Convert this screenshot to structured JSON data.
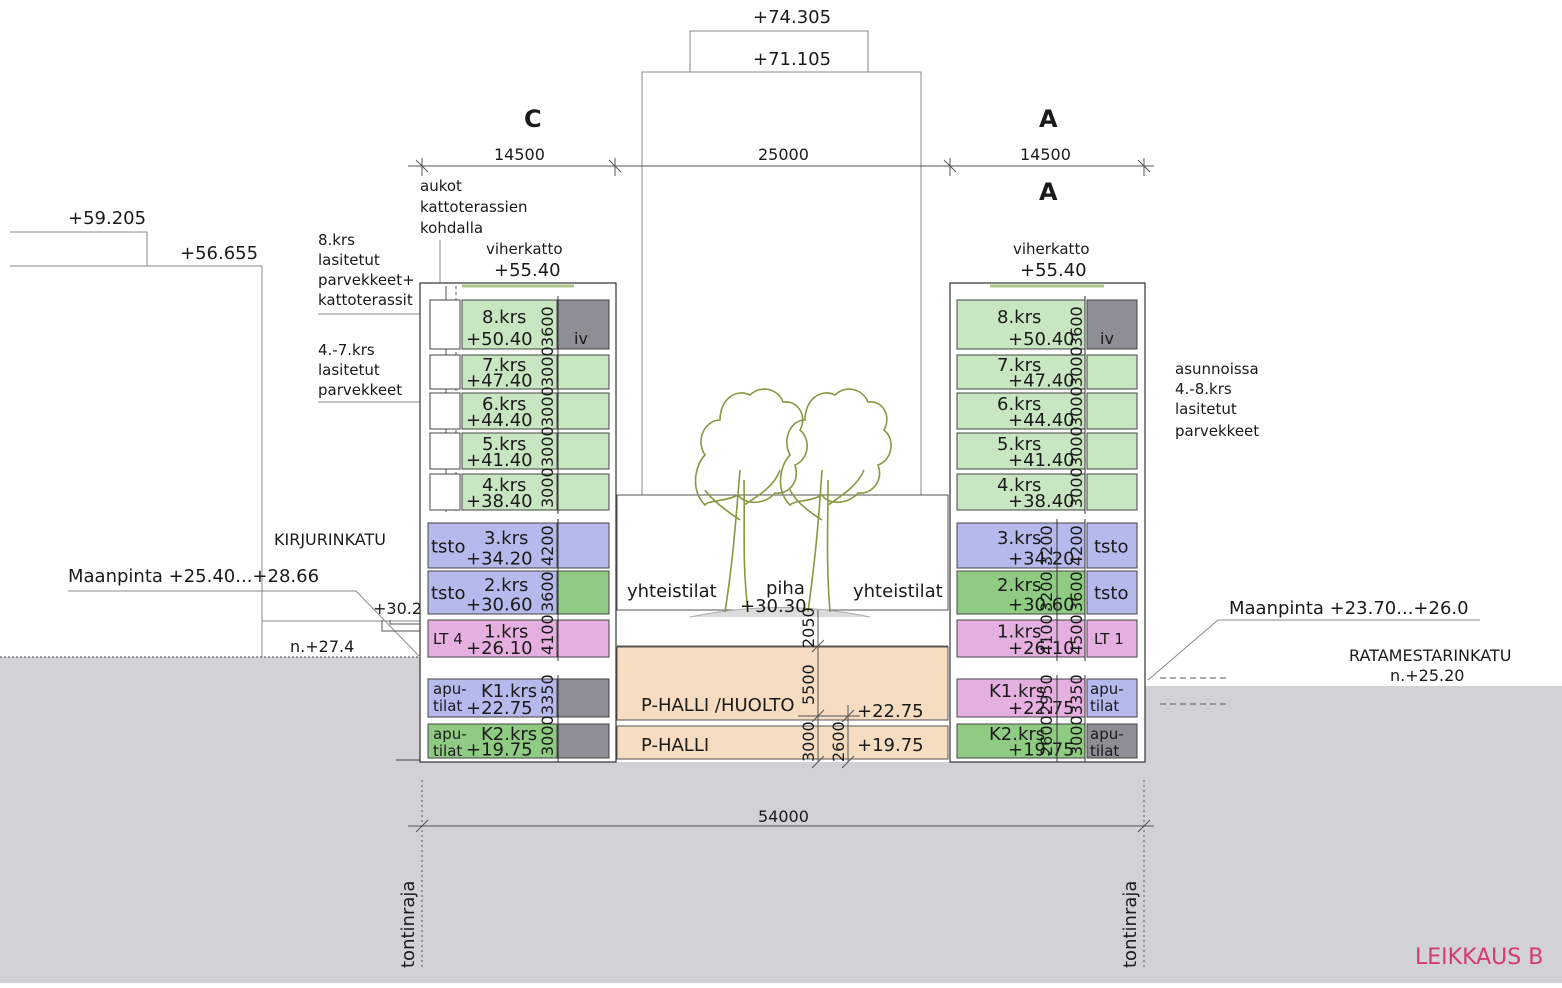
{
  "title": "LEIKKAUS B",
  "colors": {
    "ground": "#d2d2d6",
    "residential": "#c9e6c2",
    "office": "#b6b9ec",
    "commercial": "#e5b0df",
    "technical": "#8e8e96",
    "parking": "#f6ddc2",
    "green_room": "#8fcb82",
    "tree": "#8a9640",
    "title": "#d63a6e"
  },
  "elevations": {
    "tower_top": "+74.305",
    "tower_roof": "+71.105",
    "left_neighbour_1": "+59.205",
    "left_neighbour_2": "+56.655"
  },
  "section_labels": {
    "left": "C",
    "right": "A",
    "right_lower": "A"
  },
  "dims": {
    "left_width": "14500",
    "middle_width": "25000",
    "right_width": "14500",
    "total_width": "54000"
  },
  "notes": {
    "aukot": [
      "aukot",
      "kattoterassien",
      "kohdalla"
    ],
    "krs8": [
      "8.krs",
      "lasitetut",
      "parvekkeet+",
      "kattoterassit"
    ],
    "krs47": [
      "4.-7.krs",
      "lasitetut",
      "parvekkeet"
    ],
    "asunnoissa": [
      "asunnoissa",
      "4.-8.krs",
      "lasitetut",
      "parvekkeet"
    ]
  },
  "roof": {
    "left_label": "viherkatto",
    "left_level": "+55.40",
    "right_label": "viherkatto",
    "right_level": "+55.40"
  },
  "streets": {
    "left": "KIRJURINKATU",
    "right": "RATAMESTARINKATU",
    "right_level": "n.+25.20",
    "left_street_level": "n.+27.4",
    "left_ground": "Maanpinta +25.40...+28.66",
    "right_ground": "Maanpinta +23.70...+26.0",
    "left_entry_level": "+30.2"
  },
  "courtyard": {
    "yhteistilat_left": "yhteistilat",
    "yhteistilat_right": "yhteistilat",
    "piha": "piha",
    "piha_level": "+30.30",
    "phalli_huolto": "P-HALLI /HUOLTO",
    "phalli": "P-HALLI",
    "phalli_upper_level": "+22.75",
    "phalli_lower_level": "+19.75",
    "dim_2050": "2050",
    "dim_5500": "5500",
    "dim_3000": "3000",
    "dim_2600": "2600"
  },
  "left_floors": [
    {
      "name": "8.krs",
      "level": "+50.40",
      "dim": "3600",
      "side": "iv"
    },
    {
      "name": "7.krs",
      "level": "+47.40",
      "dim": "3000",
      "side": ""
    },
    {
      "name": "6.krs",
      "level": "+44.40",
      "dim": "3000",
      "side": ""
    },
    {
      "name": "5.krs",
      "level": "+41.40",
      "dim": "3000",
      "side": ""
    },
    {
      "name": "4.krs",
      "level": "+38.40",
      "dim": "3000",
      "side": ""
    },
    {
      "name": "3.krs",
      "level": "+34.20",
      "dim": "4200",
      "side": "tsto"
    },
    {
      "name": "2.krs",
      "level": "+30.60",
      "dim": "3600",
      "side": "tsto"
    },
    {
      "name": "1.krs",
      "level": "+26.10",
      "dim": "4100",
      "side": "LT 4"
    },
    {
      "name": "K1.krs",
      "level": "+22.75",
      "dim": "3350",
      "side": "apu-\ntilat"
    },
    {
      "name": "K2.krs",
      "level": "+19.75",
      "dim": "3000",
      "side": "apu-\ntilat"
    }
  ],
  "right_floors": [
    {
      "name": "8.krs",
      "level": "+50.40",
      "dim": "3600",
      "dim2": "",
      "side": "iv"
    },
    {
      "name": "7.krs",
      "level": "+47.40",
      "dim": "3000",
      "dim2": "",
      "side": ""
    },
    {
      "name": "6.krs",
      "level": "+44.40",
      "dim": "3000",
      "dim2": "",
      "side": ""
    },
    {
      "name": "5.krs",
      "level": "+41.40",
      "dim": "3000",
      "dim2": "",
      "side": ""
    },
    {
      "name": "4.krs",
      "level": "+38.40",
      "dim": "3000",
      "dim2": "",
      "side": ""
    },
    {
      "name": "3.krs",
      "level": "+34.20",
      "dim": "4200",
      "dim2": "3200",
      "side": "tsto"
    },
    {
      "name": "2.krs",
      "level": "+30.60",
      "dim": "3600",
      "dim2": "3200",
      "side": "tsto"
    },
    {
      "name": "1.krs",
      "level": "+26.10",
      "dim": "4500",
      "dim2": "4100",
      "side": "LT 1"
    },
    {
      "name": "K1.krs",
      "level": "+22.75",
      "dim": "3350",
      "dim2": "2950",
      "side": "apu-\ntilat"
    },
    {
      "name": "K2.krs",
      "level": "+19.75",
      "dim": "3000",
      "dim2": "2600",
      "side": "apu-\ntilat"
    }
  ],
  "plot_boundary": {
    "left": "tontinraja",
    "right": "tontinraja"
  }
}
